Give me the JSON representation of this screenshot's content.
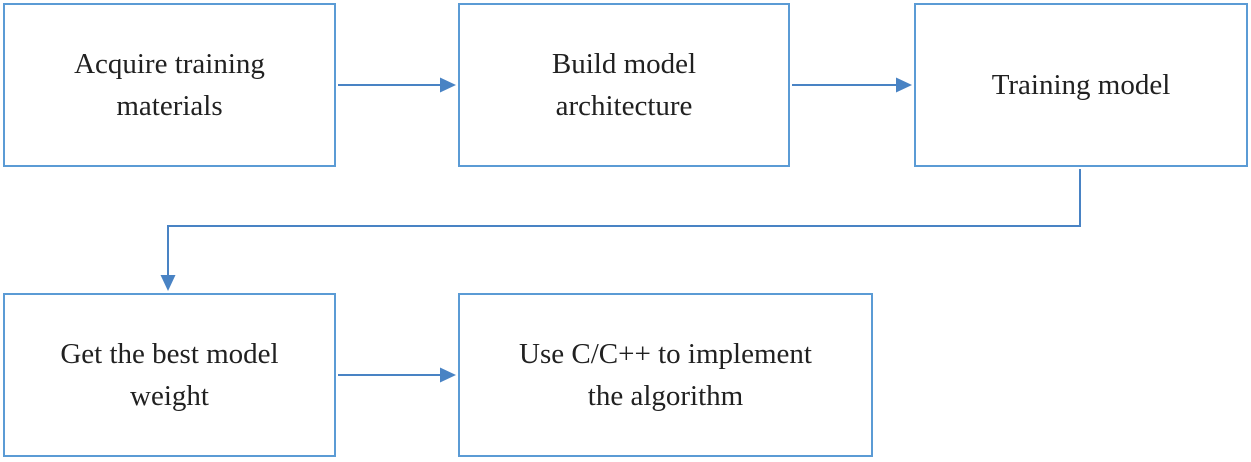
{
  "diagram": {
    "type": "flowchart",
    "nodes": [
      {
        "id": "acquire",
        "label": "Acquire training materials"
      },
      {
        "id": "build",
        "label": "Build model architecture"
      },
      {
        "id": "train",
        "label": "Training model"
      },
      {
        "id": "weight",
        "label": "Get the best model weight"
      },
      {
        "id": "implement",
        "label": "Use C/C++ to implement the algorithm"
      }
    ],
    "edges": [
      {
        "from": "acquire",
        "to": "build",
        "style": "straight-right"
      },
      {
        "from": "build",
        "to": "train",
        "style": "straight-right"
      },
      {
        "from": "train",
        "to": "weight",
        "style": "elbow-down-left-down"
      },
      {
        "from": "weight",
        "to": "implement",
        "style": "straight-right"
      }
    ]
  },
  "colors": {
    "box_border": "#5B9BD5",
    "box_fill": "#FFFFFF",
    "connector": "#4983C4",
    "text_color": "#212121",
    "background": "#FFFFFF"
  }
}
